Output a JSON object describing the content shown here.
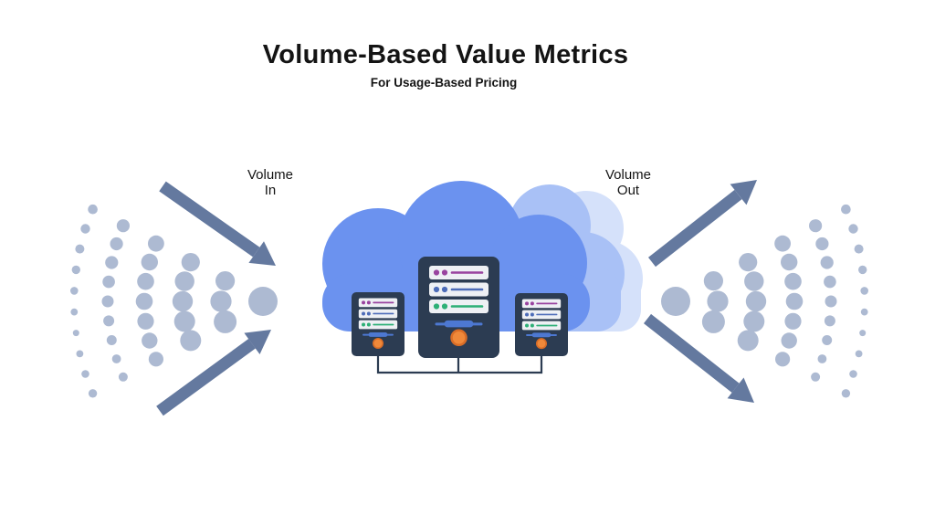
{
  "header": {
    "title": "Volume-Based Value Metrics",
    "subtitle": "For Usage-Based Pricing"
  },
  "flow": {
    "in_label": "Volume In",
    "out_label": "Volume Out"
  },
  "icons": {
    "left_cluster": "inbound-dots-icon",
    "right_cluster": "outbound-dots-icon",
    "cloud": "cloud-icon",
    "servers": "server-tower-icon",
    "arrows": "flow-arrow-icon"
  },
  "colors": {
    "background": "#ffffff",
    "text": "#141414",
    "dot": "#adbad2",
    "arrow": "#64799f",
    "cloud_front": "#6b92ef",
    "cloud_mid": "#a9c1f6",
    "cloud_back": "#d5e1fa",
    "server_body": "#2c3c52",
    "slot_bg": "#eef0f4",
    "row_purple": "#99439f",
    "row_blue": "#4d6cb8",
    "row_green": "#2eb077",
    "bar_blue": "#4d78d2",
    "power_fill": "#f0893a",
    "power_ring": "#d96d27"
  }
}
